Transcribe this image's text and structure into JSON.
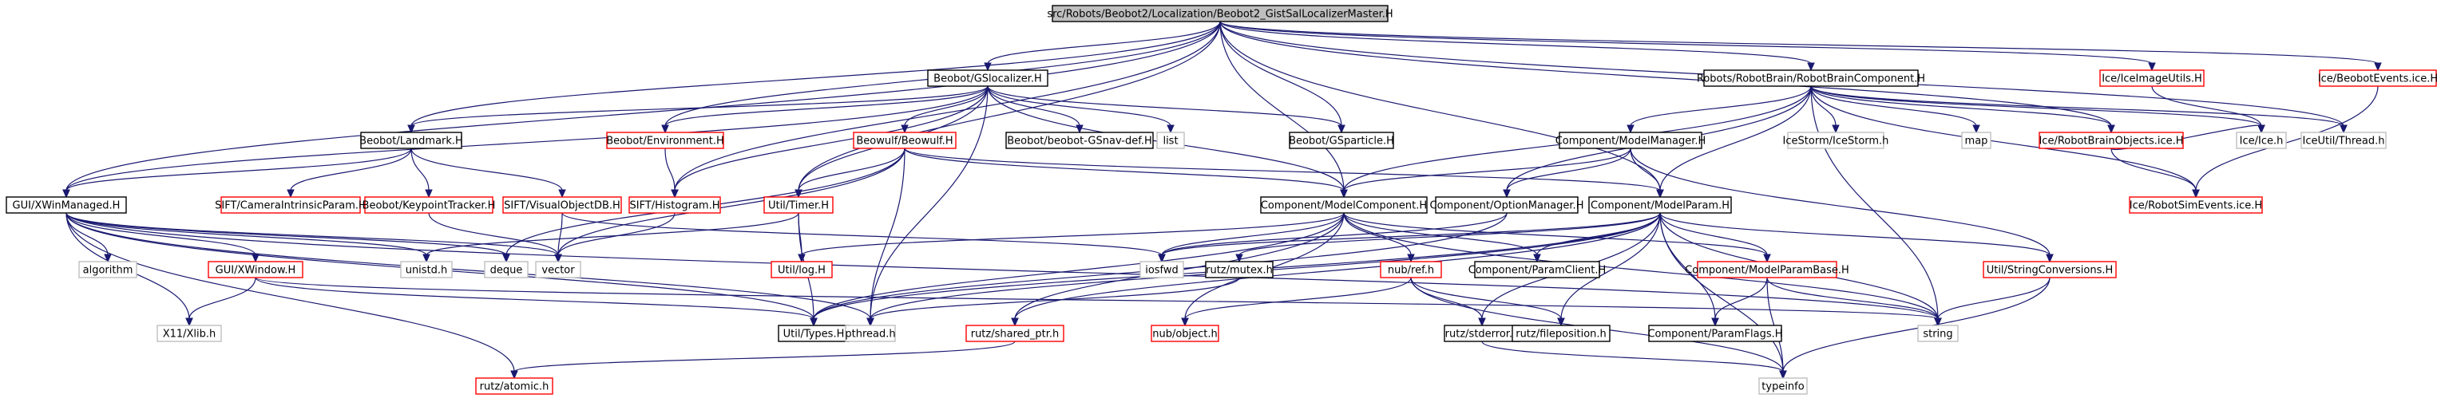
{
  "colors": {
    "root_fill": "#bfbfbf",
    "box_stroke": "#000000",
    "red_stroke": "#ff0000",
    "gray_stroke": "#bfbfbf",
    "edge": "#191970",
    "text": "#000000"
  },
  "nodes": [
    {
      "id": "root",
      "label": "src/Robots/Beobot2/Localization/Beobot2_GistSalLocalizerMaster.H",
      "style": "root"
    },
    {
      "id": "gslocalizer",
      "label": "Beobot/GSlocalizer.H",
      "style": "black"
    },
    {
      "id": "robotbraincomp",
      "label": "Robots/RobotBrain/RobotBrainComponent.H",
      "style": "black"
    },
    {
      "id": "iceimageutils",
      "label": "Ice/IceImageUtils.H",
      "style": "red"
    },
    {
      "id": "beobotevents",
      "label": "Ice/BeobotEvents.ice.H",
      "style": "red"
    },
    {
      "id": "landmark",
      "label": "Beobot/Landmark.H",
      "style": "black"
    },
    {
      "id": "environment",
      "label": "Beobot/Environment.H",
      "style": "red"
    },
    {
      "id": "beowulf",
      "label": "Beowulf/Beowulf.H",
      "style": "red"
    },
    {
      "id": "gsnavdef",
      "label": "Beobot/beobot-GSnav-def.H",
      "style": "black"
    },
    {
      "id": "list",
      "label": "list",
      "style": "gray"
    },
    {
      "id": "gsparticle",
      "label": "Beobot/GSparticle.H",
      "style": "black"
    },
    {
      "id": "modelmanager",
      "label": "Component/ModelManager.H",
      "style": "black"
    },
    {
      "id": "icestorm",
      "label": "IceStorm/IceStorm.h",
      "style": "gray"
    },
    {
      "id": "map",
      "label": "map",
      "style": "gray"
    },
    {
      "id": "robotbrainobjects",
      "label": "Ice/RobotBrainObjects.ice.H",
      "style": "red"
    },
    {
      "id": "iceh",
      "label": "Ice/Ice.h",
      "style": "gray"
    },
    {
      "id": "iceutilthread",
      "label": "IceUtil/Thread.h",
      "style": "gray"
    },
    {
      "id": "xwinmanaged",
      "label": "GUI/XWinManaged.H",
      "style": "black"
    },
    {
      "id": "cameraintrinsic",
      "label": "SIFT/CameraIntrinsicParam.H",
      "style": "red"
    },
    {
      "id": "keypointtracker",
      "label": "Beobot/KeypointTracker.H",
      "style": "red"
    },
    {
      "id": "visualobjectdb",
      "label": "SIFT/VisualObjectDB.H",
      "style": "red"
    },
    {
      "id": "histogram",
      "label": "SIFT/Histogram.H",
      "style": "red"
    },
    {
      "id": "timer",
      "label": "Util/Timer.H",
      "style": "red"
    },
    {
      "id": "modelcomponent",
      "label": "Component/ModelComponent.H",
      "style": "black"
    },
    {
      "id": "optionmanager",
      "label": "Component/OptionManager.H",
      "style": "black"
    },
    {
      "id": "modelparam",
      "label": "Component/ModelParam.H",
      "style": "black"
    },
    {
      "id": "robotsimevents",
      "label": "Ice/RobotSimEvents.ice.H",
      "style": "red"
    },
    {
      "id": "algorithm",
      "label": "algorithm",
      "style": "gray"
    },
    {
      "id": "xwindow",
      "label": "GUI/XWindow.H",
      "style": "red"
    },
    {
      "id": "unistd",
      "label": "unistd.h",
      "style": "gray"
    },
    {
      "id": "deque",
      "label": "deque",
      "style": "gray"
    },
    {
      "id": "vector",
      "label": "vector",
      "style": "gray"
    },
    {
      "id": "logh",
      "label": "Util/log.H",
      "style": "red"
    },
    {
      "id": "iosfwd",
      "label": "iosfwd",
      "style": "gray"
    },
    {
      "id": "mutex",
      "label": "rutz/mutex.h",
      "style": "black"
    },
    {
      "id": "nubref",
      "label": "nub/ref.h",
      "style": "red"
    },
    {
      "id": "paramclient",
      "label": "Component/ParamClient.H",
      "style": "black"
    },
    {
      "id": "modelparambase",
      "label": "Component/ModelParamBase.H",
      "style": "red"
    },
    {
      "id": "stringconv",
      "label": "Util/StringConversions.H",
      "style": "red"
    },
    {
      "id": "x11xlib",
      "label": "X11/Xlib.h",
      "style": "gray"
    },
    {
      "id": "types",
      "label": "Util/Types.H",
      "style": "black"
    },
    {
      "id": "pthread",
      "label": "pthread.h",
      "style": "gray"
    },
    {
      "id": "sharedptr",
      "label": "rutz/shared_ptr.h",
      "style": "red"
    },
    {
      "id": "nubobject",
      "label": "nub/object.h",
      "style": "red"
    },
    {
      "id": "stderror",
      "label": "rutz/stderror.h",
      "style": "black"
    },
    {
      "id": "fileposition",
      "label": "rutz/fileposition.h",
      "style": "black"
    },
    {
      "id": "paramflags",
      "label": "Component/ParamFlags.H",
      "style": "black"
    },
    {
      "id": "string",
      "label": "string",
      "style": "gray"
    },
    {
      "id": "atomic",
      "label": "rutz/atomic.h",
      "style": "red"
    },
    {
      "id": "typeinfo",
      "label": "typeinfo",
      "style": "gray"
    }
  ],
  "edges": [
    [
      "root",
      "gslocalizer"
    ],
    [
      "root",
      "robotbraincomp"
    ],
    [
      "root",
      "iceimageutils"
    ],
    [
      "root",
      "beobotevents"
    ],
    [
      "root",
      "landmark"
    ],
    [
      "root",
      "environment"
    ],
    [
      "root",
      "gsparticle"
    ],
    [
      "root",
      "robotbrainobjects"
    ],
    [
      "root",
      "iceutilthread"
    ],
    [
      "root",
      "xwinmanaged"
    ],
    [
      "root",
      "histogram"
    ],
    [
      "root",
      "timer"
    ],
    [
      "root",
      "modelcomponent"
    ],
    [
      "root",
      "modelparam"
    ],
    [
      "gslocalizer",
      "landmark"
    ],
    [
      "gslocalizer",
      "environment"
    ],
    [
      "gslocalizer",
      "beowulf"
    ],
    [
      "gslocalizer",
      "gsnavdef"
    ],
    [
      "gslocalizer",
      "list"
    ],
    [
      "gslocalizer",
      "gsparticle"
    ],
    [
      "gslocalizer",
      "histogram"
    ],
    [
      "gslocalizer",
      "timer"
    ],
    [
      "gslocalizer",
      "modelcomponent"
    ],
    [
      "gslocalizer",
      "pthread"
    ],
    [
      "gslocalizer",
      "xwinmanaged"
    ],
    [
      "robotbraincomp",
      "modelmanager"
    ],
    [
      "robotbraincomp",
      "icestorm"
    ],
    [
      "robotbraincomp",
      "map"
    ],
    [
      "robotbraincomp",
      "robotbrainobjects"
    ],
    [
      "robotbraincomp",
      "iceh"
    ],
    [
      "robotbraincomp",
      "iceutilthread"
    ],
    [
      "robotbraincomp",
      "robotsimevents"
    ],
    [
      "robotbraincomp",
      "modelcomponent"
    ],
    [
      "robotbraincomp",
      "optionmanager"
    ],
    [
      "robotbraincomp",
      "modelparam"
    ],
    [
      "robotbraincomp",
      "string"
    ],
    [
      "iceimageutils",
      "iceh"
    ],
    [
      "beobotevents",
      "robotsimevents"
    ],
    [
      "robotbrainobjects",
      "iceh"
    ],
    [
      "robotbrainobjects",
      "robotsimevents"
    ],
    [
      "landmark",
      "cameraintrinsic"
    ],
    [
      "landmark",
      "keypointtracker"
    ],
    [
      "landmark",
      "visualobjectdb"
    ],
    [
      "landmark",
      "xwinmanaged"
    ],
    [
      "environment",
      "histogram"
    ],
    [
      "beowulf",
      "modelcomponent"
    ],
    [
      "beowulf",
      "modelparam"
    ],
    [
      "beowulf",
      "timer"
    ],
    [
      "beowulf",
      "pthread"
    ],
    [
      "beowulf",
      "vector"
    ],
    [
      "beowulf",
      "deque"
    ],
    [
      "keypointtracker",
      "vector"
    ],
    [
      "visualobjectdb",
      "vector"
    ],
    [
      "visualobjectdb",
      "iosfwd"
    ],
    [
      "histogram",
      "vector"
    ],
    [
      "timer",
      "logh"
    ],
    [
      "timer",
      "types"
    ],
    [
      "timer",
      "unistd"
    ],
    [
      "modelmanager",
      "modelcomponent"
    ],
    [
      "modelmanager",
      "optionmanager"
    ],
    [
      "modelmanager",
      "modelparam"
    ],
    [
      "modelmanager",
      "stringconv"
    ],
    [
      "modelcomponent",
      "logh"
    ],
    [
      "modelcomponent",
      "iosfwd"
    ],
    [
      "modelcomponent",
      "nubref"
    ],
    [
      "modelcomponent",
      "paramclient"
    ],
    [
      "modelcomponent",
      "modelparambase"
    ],
    [
      "modelcomponent",
      "string"
    ],
    [
      "modelcomponent",
      "sharedptr"
    ],
    [
      "modelcomponent",
      "nubobject"
    ],
    [
      "modelcomponent",
      "types"
    ],
    [
      "optionmanager",
      "iosfwd"
    ],
    [
      "optionmanager",
      "types"
    ],
    [
      "modelparam",
      "mutex"
    ],
    [
      "modelparam",
      "paramclient"
    ],
    [
      "modelparam",
      "modelparambase"
    ],
    [
      "modelparam",
      "stringconv"
    ],
    [
      "modelparam",
      "stderror"
    ],
    [
      "modelparam",
      "fileposition"
    ],
    [
      "modelparam",
      "paramflags"
    ],
    [
      "modelparam",
      "string"
    ],
    [
      "modelparam",
      "typeinfo"
    ],
    [
      "modelparam",
      "pthread"
    ],
    [
      "modelparam",
      "sharedptr"
    ],
    [
      "modelparam",
      "types"
    ],
    [
      "modelparam",
      "iosfwd"
    ],
    [
      "xwinmanaged",
      "algorithm"
    ],
    [
      "xwinmanaged",
      "xwindow"
    ],
    [
      "xwinmanaged",
      "x11xlib"
    ],
    [
      "xwinmanaged",
      "unistd"
    ],
    [
      "xwinmanaged",
      "deque"
    ],
    [
      "xwinmanaged",
      "vector"
    ],
    [
      "xwinmanaged",
      "types"
    ],
    [
      "xwinmanaged",
      "pthread"
    ],
    [
      "xwinmanaged",
      "atomic"
    ],
    [
      "xwinmanaged",
      "string"
    ],
    [
      "xwindow",
      "x11xlib"
    ],
    [
      "xwindow",
      "types"
    ],
    [
      "xwindow",
      "string"
    ],
    [
      "mutex",
      "pthread"
    ],
    [
      "nubref",
      "nubobject"
    ],
    [
      "nubref",
      "stderror"
    ],
    [
      "nubref",
      "fileposition"
    ],
    [
      "nubref",
      "typeinfo"
    ],
    [
      "modelparambase",
      "paramflags"
    ],
    [
      "modelparambase",
      "string"
    ],
    [
      "modelparambase",
      "typeinfo"
    ],
    [
      "stringconv",
      "string"
    ],
    [
      "stringconv",
      "typeinfo"
    ],
    [
      "sharedptr",
      "atomic"
    ],
    [
      "stderror",
      "typeinfo"
    ]
  ]
}
